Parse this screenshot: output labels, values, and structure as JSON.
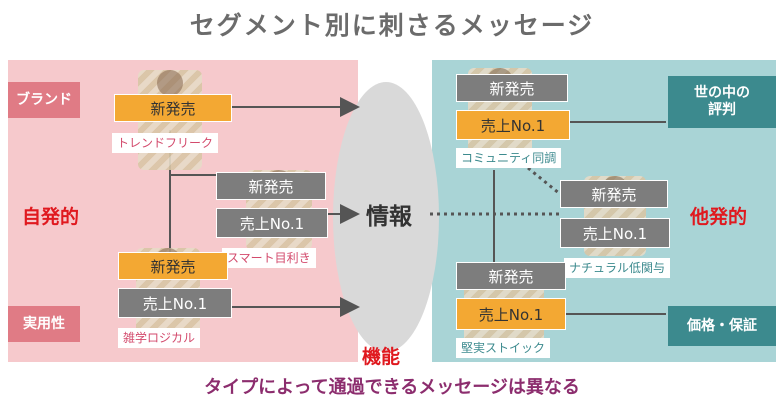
{
  "title": "セグメント別に刺さるメッセージ",
  "left_tags": {
    "brand": "ブランド",
    "practical": "実用性"
  },
  "right_tags": {
    "reputation": "世の中の\n評判",
    "price": "価格・保証"
  },
  "side_labels": {
    "self": "自発的",
    "other": "他発的",
    "function": "機能"
  },
  "center": "情報",
  "badges": {
    "new": "新発売",
    "top": "売上No.1"
  },
  "segments": {
    "trend": "トレンドフリーク",
    "smart": "スマート目利き",
    "logical": "雑学ロジカル",
    "community": "コミュニティ同調",
    "natural": "ナチュラル低関与",
    "stoic": "堅実ストイック"
  },
  "footer": "タイプによって通過できるメッセージは異なる",
  "colors": {
    "left_panel": "#f6c9cc",
    "right_panel": "#a9d4d6",
    "tag_red": "#e07b85",
    "tag_teal": "#3c8a8e",
    "accent_red": "#e0191f",
    "badge_orange": "#f3a833",
    "badge_gray": "#7d7d7d"
  }
}
